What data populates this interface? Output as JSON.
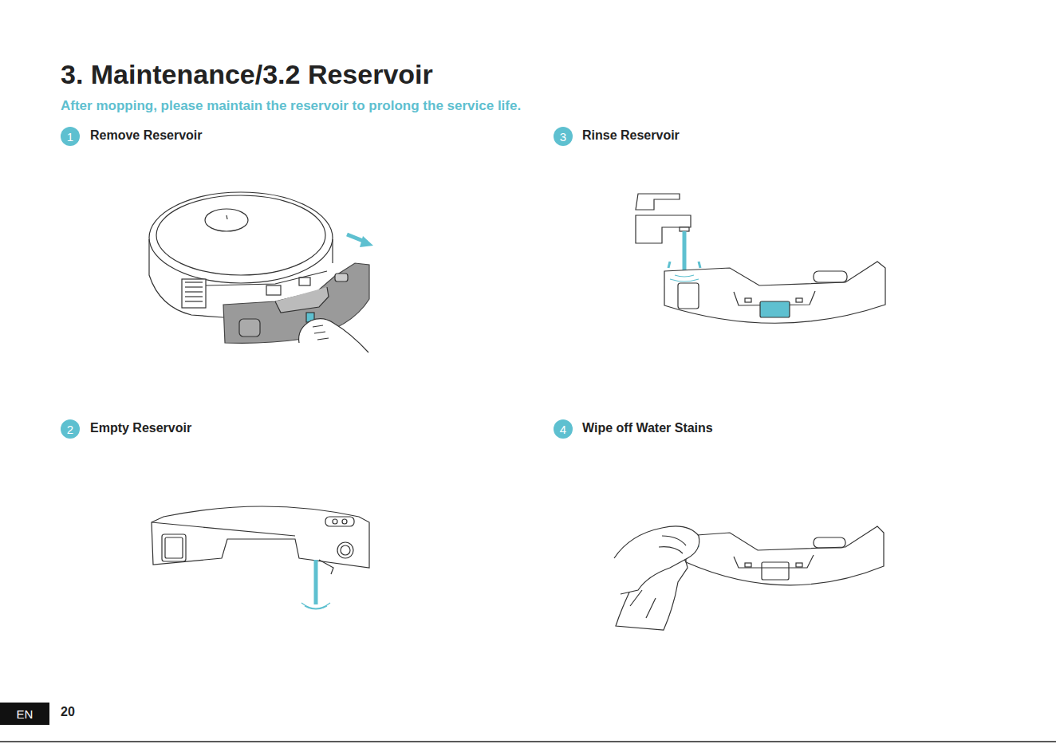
{
  "diagram": {
    "title": "3. Maintenance/3.2 Reservoir",
    "nodes": [
      {
        "text": [
          "1"
        ]
      },
      {
        "text": [
          "3"
        ]
      },
      {
        "text": [
          "2"
        ]
      },
      {
        "text": [
          "4"
        ]
      },
      {
        "text": [
          "EN"
        ]
      }
    ],
    "labels": [
      "After mopping, please maintain the reservoir to prolong the service life.",
      "Remove Reservoir",
      "Rinse Reservoir",
      "Empty Reservoir",
      "Wipe off Water Stains",
      "20"
    ]
  }
}
